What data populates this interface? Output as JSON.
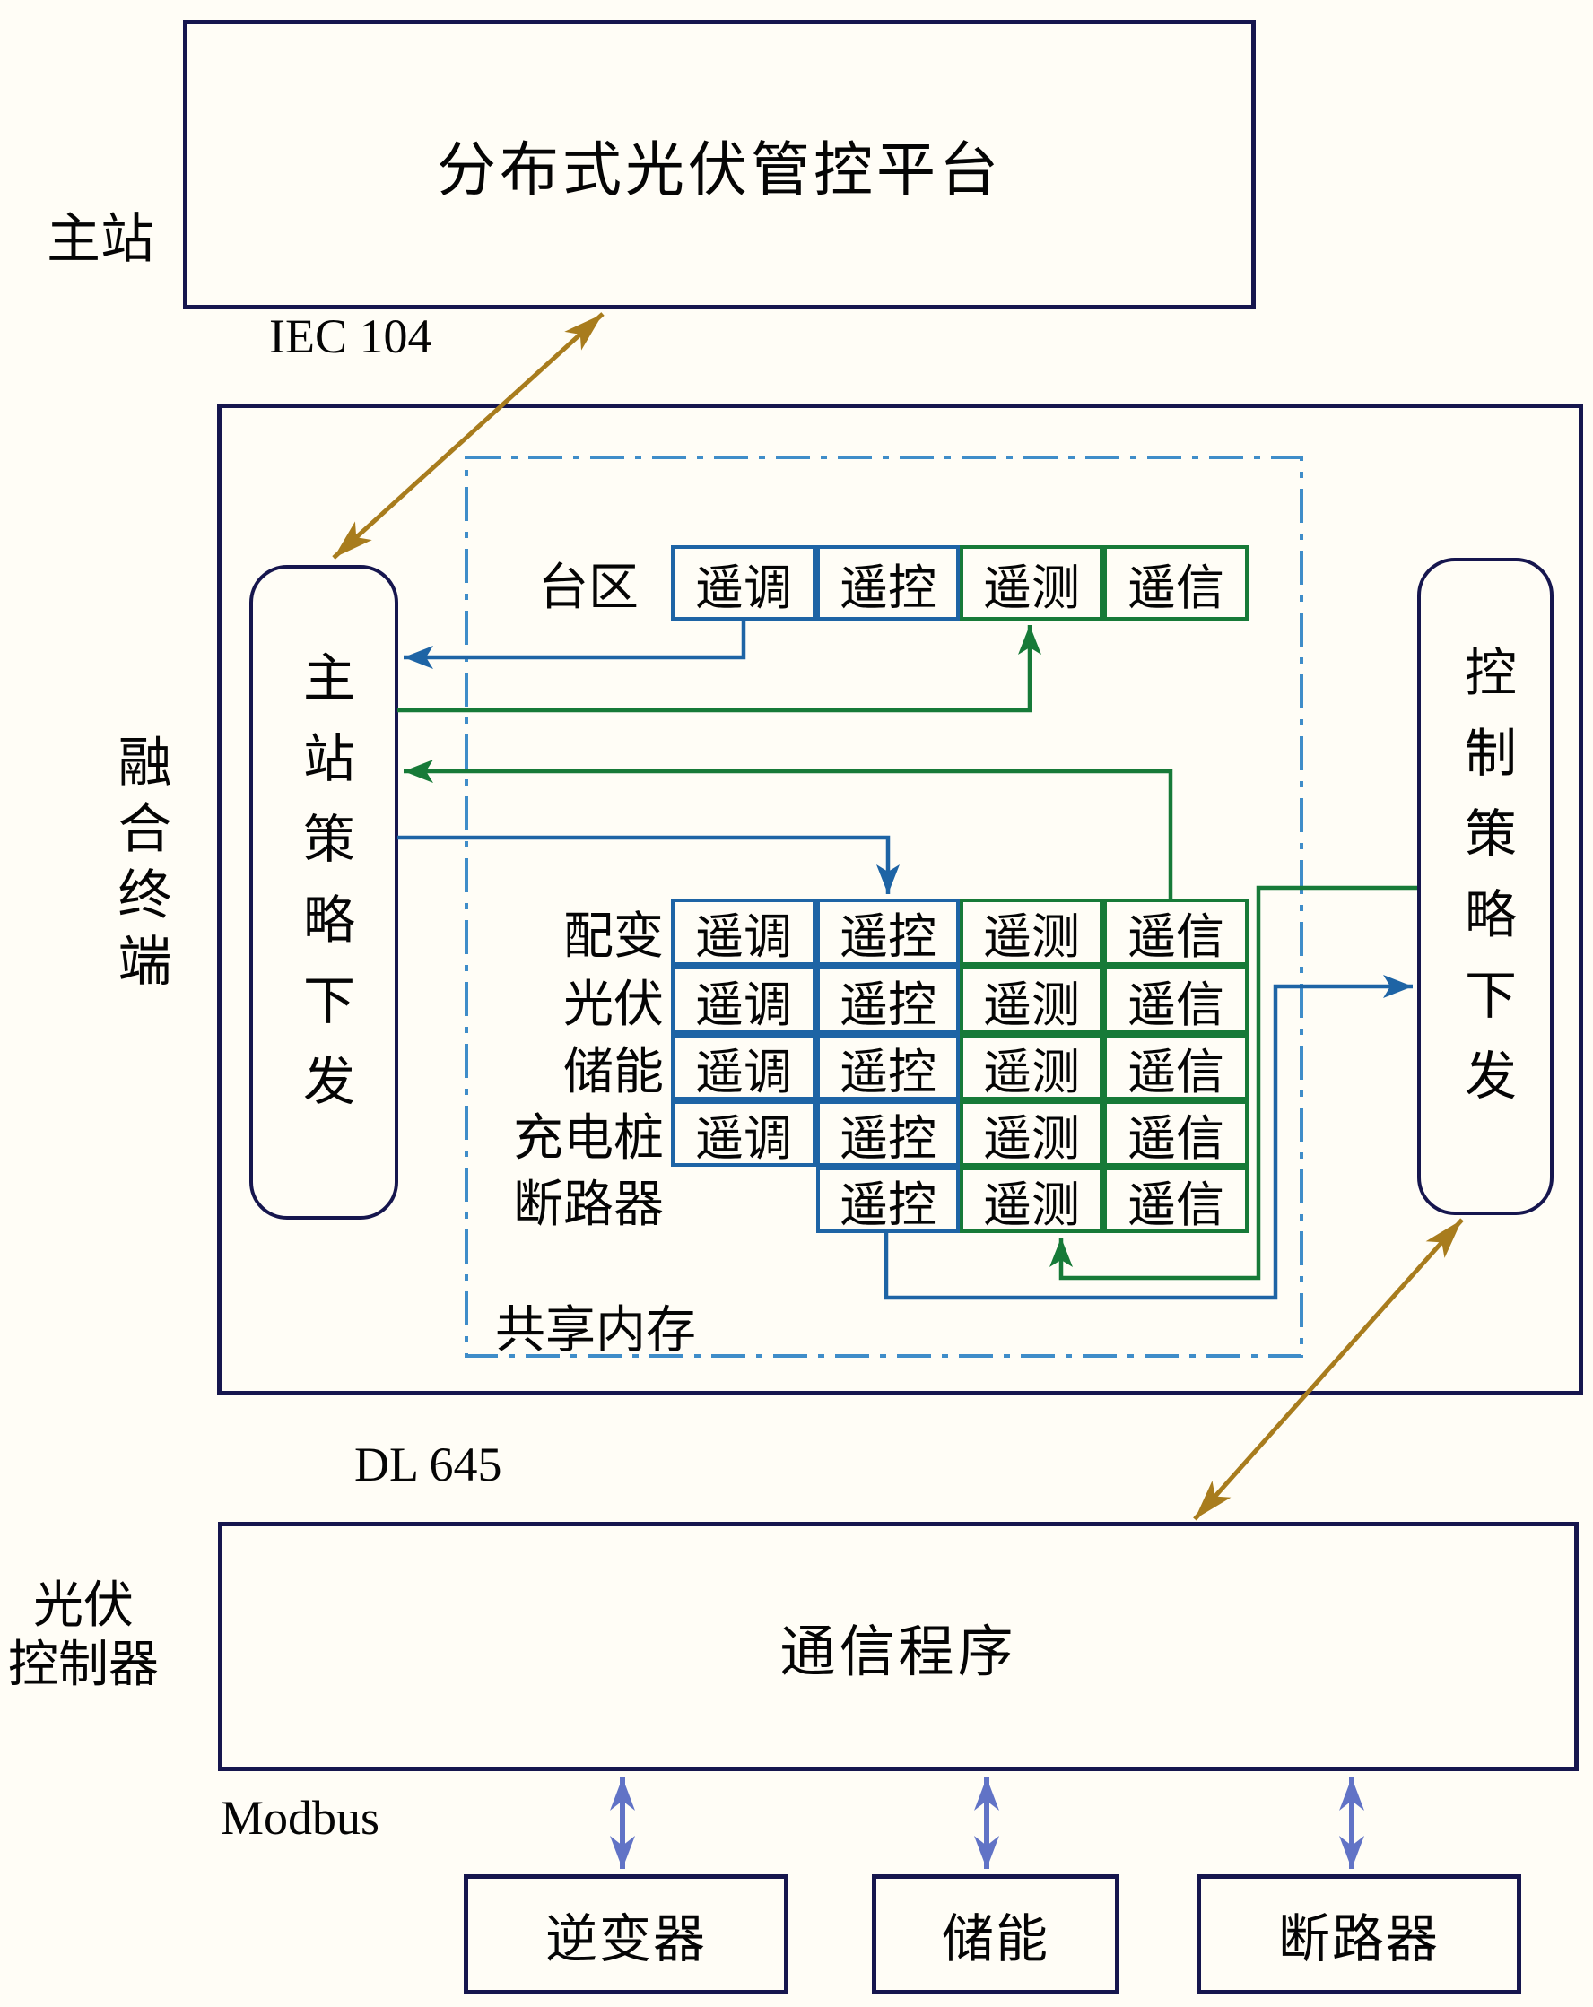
{
  "labels": {
    "master_station": "主站",
    "platform": "分布式光伏管控平台",
    "iec104": "IEC 104",
    "fusion_terminal": "融合终端",
    "master_strategy": "主站策略下发",
    "control_strategy": "控制策略下发",
    "shared_memory": "共享内存",
    "taiqu": "台区",
    "dl645": "DL 645",
    "pv_controller_line1": "光伏",
    "pv_controller_line2": "控制器",
    "comm_program": "通信程序",
    "modbus": "Modbus"
  },
  "cell_types": {
    "yt": "遥调",
    "yk": "遥控",
    "yc": "遥测",
    "yx": "遥信"
  },
  "memory_rows": [
    {
      "label": "配变"
    },
    {
      "label": "光伏"
    },
    {
      "label": "储能"
    },
    {
      "label": "充电桩"
    },
    {
      "label": "断路器"
    }
  ],
  "devices": [
    {
      "label": "逆变器"
    },
    {
      "label": "储能"
    },
    {
      "label": "断路器"
    }
  ],
  "colors": {
    "navy": "#16164e",
    "blue": "#1e64a5",
    "green": "#177a38",
    "dashblue": "#3f8dc9",
    "gold": "#a87c1d",
    "slate": "#6173c6",
    "ink": "#050505",
    "bg": "#fffdf6"
  }
}
